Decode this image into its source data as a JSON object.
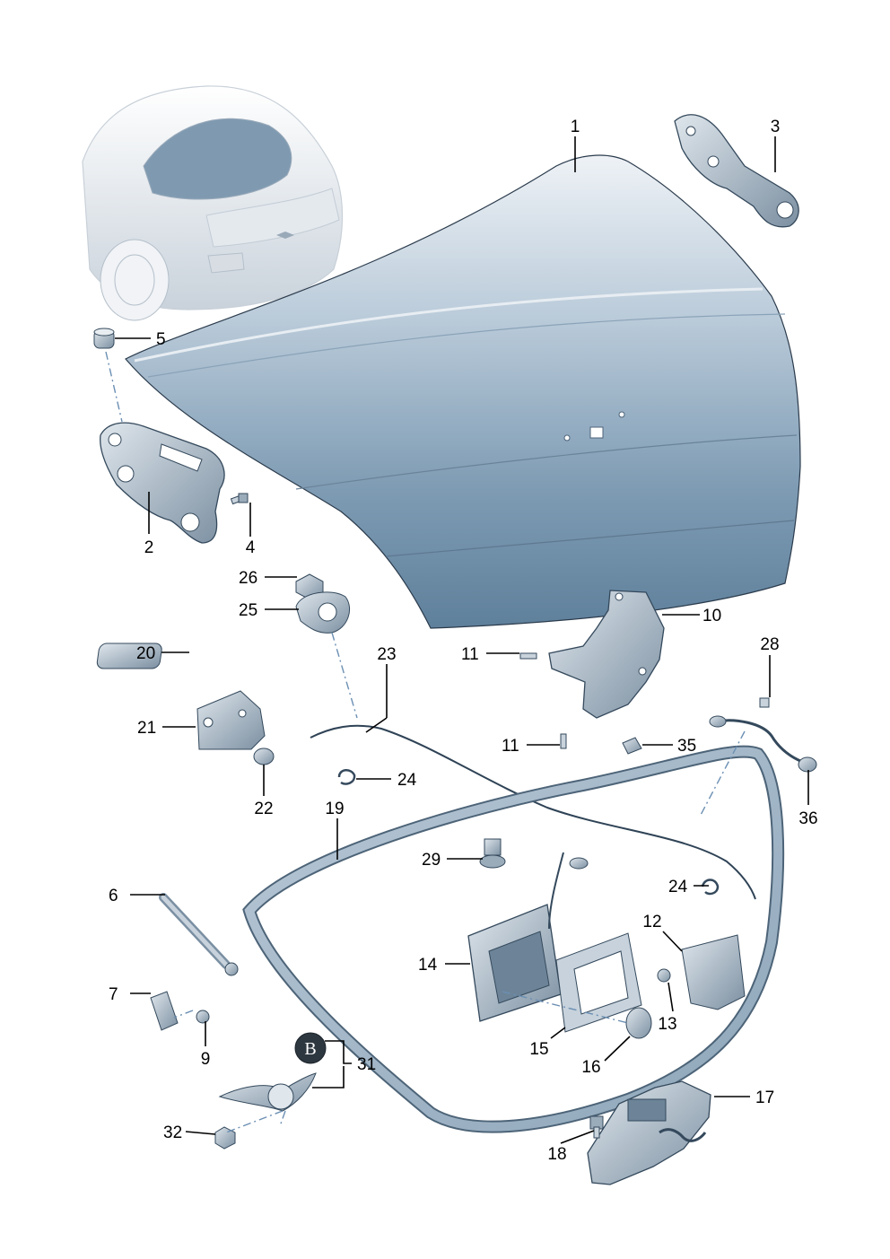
{
  "diagram": {
    "callouts": [
      {
        "id": "1",
        "label": "1"
      },
      {
        "id": "2",
        "label": "2"
      },
      {
        "id": "3",
        "label": "3"
      },
      {
        "id": "4",
        "label": "4"
      },
      {
        "id": "5",
        "label": "5"
      },
      {
        "id": "6",
        "label": "6"
      },
      {
        "id": "7",
        "label": "7"
      },
      {
        "id": "9",
        "label": "9"
      },
      {
        "id": "10",
        "label": "10"
      },
      {
        "id": "11a",
        "label": "11"
      },
      {
        "id": "11b",
        "label": "11"
      },
      {
        "id": "12",
        "label": "12"
      },
      {
        "id": "13",
        "label": "13"
      },
      {
        "id": "14",
        "label": "14"
      },
      {
        "id": "15",
        "label": "15"
      },
      {
        "id": "16",
        "label": "16"
      },
      {
        "id": "17",
        "label": "17"
      },
      {
        "id": "18",
        "label": "18"
      },
      {
        "id": "19",
        "label": "19"
      },
      {
        "id": "20",
        "label": "20"
      },
      {
        "id": "21",
        "label": "21"
      },
      {
        "id": "22",
        "label": "22"
      },
      {
        "id": "23",
        "label": "23"
      },
      {
        "id": "24a",
        "label": "24"
      },
      {
        "id": "24b",
        "label": "24"
      },
      {
        "id": "25",
        "label": "25"
      },
      {
        "id": "26",
        "label": "26"
      },
      {
        "id": "28",
        "label": "28"
      },
      {
        "id": "29",
        "label": "29"
      },
      {
        "id": "31",
        "label": "31"
      },
      {
        "id": "32",
        "label": "32"
      },
      {
        "id": "35",
        "label": "35"
      },
      {
        "id": "36",
        "label": "36"
      }
    ],
    "badge_letter": "B"
  }
}
